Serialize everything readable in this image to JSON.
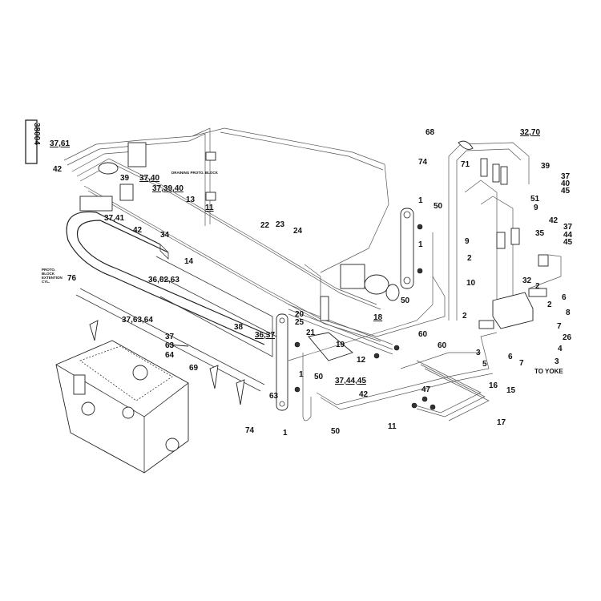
{
  "drawing_number": "38004",
  "notes": {
    "draining_proto_block": "DRAINING PROTO. BLOCK",
    "proto_block_ext": "PROTO. BLOCK EXTENTION CYL.",
    "to_yoke": "TO YOKE"
  },
  "callouts": [
    "37,61",
    "42",
    "39",
    "37,40",
    "37,39,40",
    "13",
    "11",
    "37,41",
    "42",
    "34",
    "14",
    "22",
    "23",
    "24",
    "76",
    "36,62,63",
    "37,63,64",
    "37",
    "63",
    "64",
    "38",
    "36,37",
    "69",
    "63",
    "20",
    "25",
    "21",
    "18",
    "19",
    "12",
    "60",
    "1",
    "50",
    "37,44,45",
    "42",
    "74",
    "1",
    "50",
    "47",
    "16",
    "15",
    "17",
    "11",
    "68",
    "32,70",
    "71",
    "39",
    "37",
    "40",
    "45",
    "74",
    "1",
    "50",
    "51",
    "9",
    "42",
    "37",
    "44",
    "45",
    "9",
    "35",
    "2",
    "1",
    "50",
    "10",
    "32",
    "2",
    "6",
    "2",
    "8",
    "2",
    "7",
    "26",
    "4",
    "3",
    "6",
    "7",
    "5",
    "3",
    "60"
  ]
}
